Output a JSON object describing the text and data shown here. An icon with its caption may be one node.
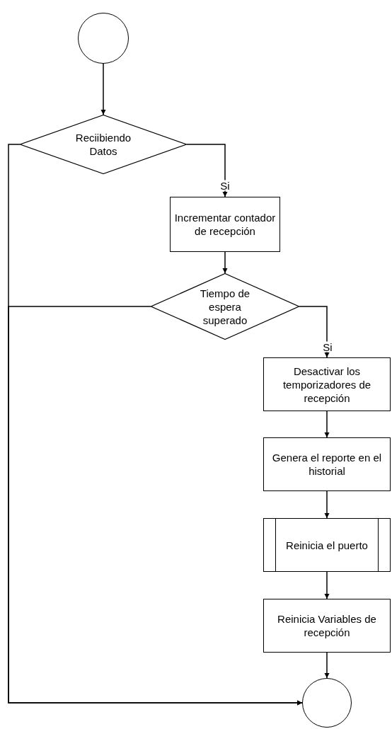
{
  "diagram": {
    "nodes": [
      {
        "text": [],
        "shape": "circle"
      },
      {
        "text": [
          "Reciibiendo Datos"
        ]
      },
      {
        "text": [
          "Incrementar contador de recepción"
        ]
      },
      {
        "text": [
          "Tiempo de espera superado"
        ]
      },
      {
        "text": [
          "Desactivar los temporizadores de recepción"
        ]
      },
      {
        "text": [
          "Genera el reporte en el historial"
        ]
      },
      {
        "text": [
          "Reinicia el puerto"
        ]
      },
      {
        "text": [
          "Reinicia Variables de recepción"
        ]
      },
      {
        "text": [],
        "shape": "circle"
      }
    ],
    "edges": [
      {
        "from": 0,
        "to": 1,
        "arrow": "to"
      },
      {
        "from": 1,
        "to": 2,
        "arrow": "to",
        "label": "Si"
      },
      {
        "from": 2,
        "to": 3,
        "arrow": "to"
      },
      {
        "from": 3,
        "to": 4,
        "arrow": "to",
        "label": "Si"
      },
      {
        "from": 4,
        "to": 5,
        "arrow": "to"
      },
      {
        "from": 5,
        "to": 6,
        "arrow": "to"
      },
      {
        "from": 6,
        "to": 7,
        "arrow": "to"
      },
      {
        "from": 7,
        "to": 8,
        "arrow": "to"
      },
      {
        "from": 1,
        "to": 8,
        "arrow": "to"
      },
      {
        "from": 3,
        "to": 8,
        "arrow": "to"
      }
    ]
  }
}
